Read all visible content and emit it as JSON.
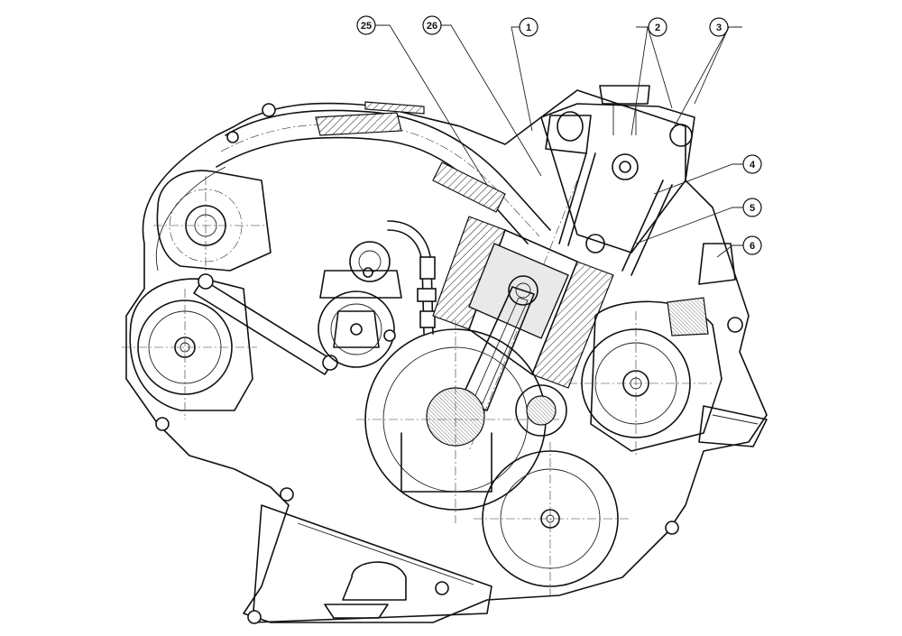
{
  "callouts": [
    {
      "label": "25"
    },
    {
      "label": "26"
    },
    {
      "label": "1"
    },
    {
      "label": "2"
    },
    {
      "label": "3"
    },
    {
      "label": "4"
    },
    {
      "label": "5"
    },
    {
      "label": "6"
    }
  ]
}
